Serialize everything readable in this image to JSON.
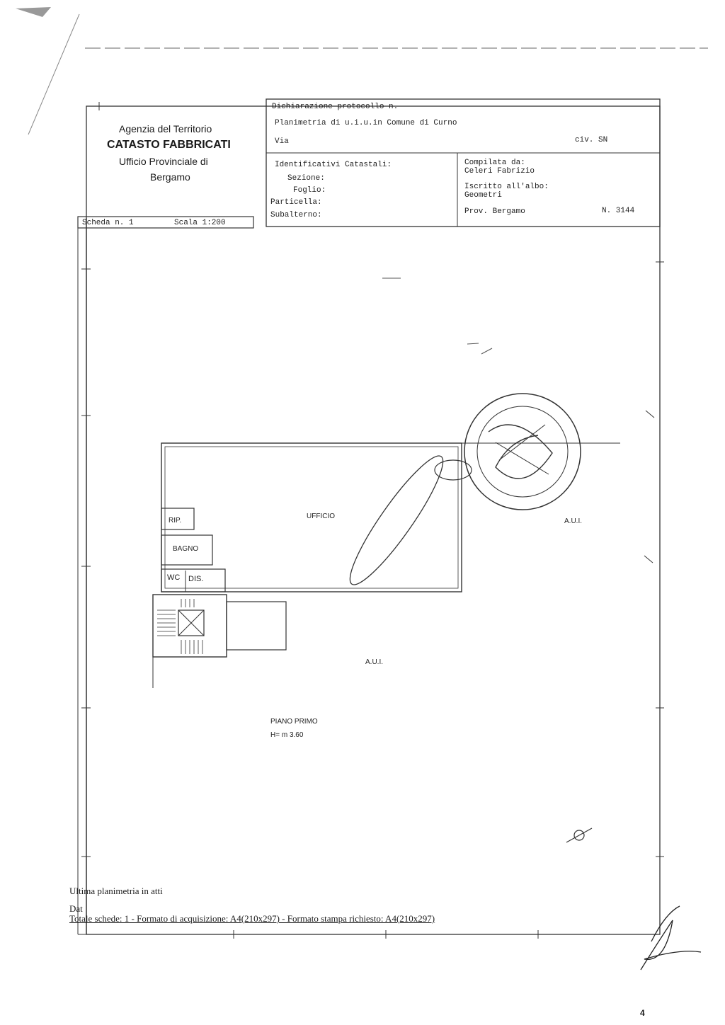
{
  "header": {
    "agency_line1": "Agenzia del Territorio",
    "agency_line2": "CATASTO FABBRICATI",
    "agency_line3": "Ufficio Provinciale di",
    "agency_line4": "Bergamo",
    "dichiarazione": "Dichiarazione protocollo n.",
    "planimetria": "Planimetria di u.i.u.in Comune di Curno",
    "via_label": "Via",
    "civ": "civ. SN",
    "identificativi": "Identificativi Catastali:",
    "sezione": "Sezione:",
    "foglio": "Foglio:",
    "particella": "Particella:",
    "subalterno": "Subalterno:",
    "compilata": "Compilata da:",
    "compilatore": "Celeri Fabrizio",
    "iscritto": "Iscritto all'albo:",
    "albo": "Geometri",
    "prov": "Prov. Bergamo",
    "numero": "N.   3144",
    "scheda": "Scheda n. 1",
    "scala": "Scala 1:200"
  },
  "plan": {
    "ufficio": "UFFICIO",
    "rip": "RIP.",
    "bagno": "BAGNO",
    "wc": "WC",
    "dis": "DIS.",
    "aui_right": "A.U.I.",
    "aui_bottom": "A.U.I.",
    "piano": "PIANO PRIMO",
    "altezza": "H= m 3.60"
  },
  "footer": {
    "ultima": "Ultima planimetria in atti",
    "data": "Dat",
    "totale": "Totale schede: 1 - Formato di acquisizione: A4(210x297) - Formato stampa richiesto: A4(210x297)",
    "page_number": "4"
  }
}
